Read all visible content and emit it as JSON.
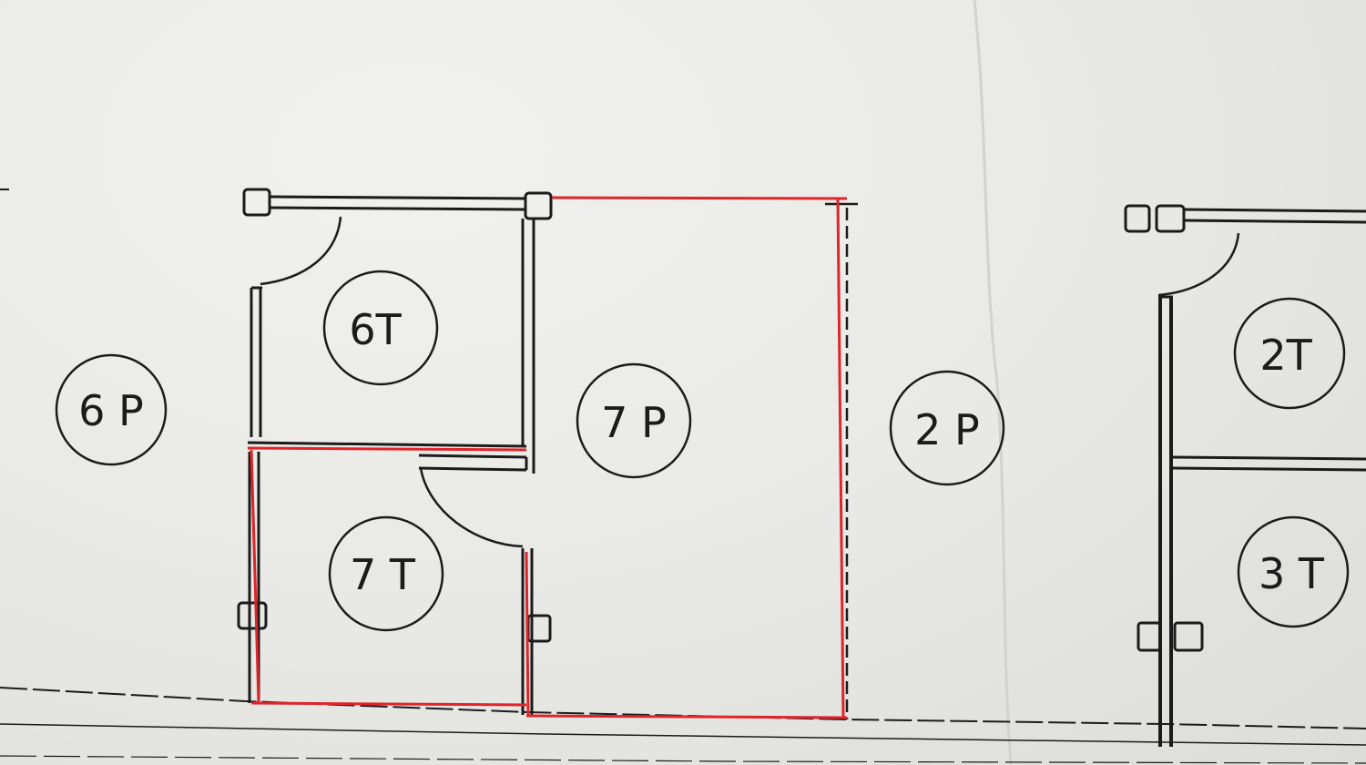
{
  "drawing": {
    "paper_color": "#ecece9",
    "ink_color": "#1b1b1b",
    "markup_color": "#e0242a",
    "rooms": [
      {
        "id": "6P",
        "text": "6 P"
      },
      {
        "id": "6T",
        "text": "6T"
      },
      {
        "id": "7P",
        "text": "7 P"
      },
      {
        "id": "7T",
        "text": "7 T"
      },
      {
        "id": "2P",
        "text": "2 P"
      },
      {
        "id": "2T",
        "text": "2T"
      },
      {
        "id": "3T",
        "text": "3 T"
      }
    ]
  }
}
